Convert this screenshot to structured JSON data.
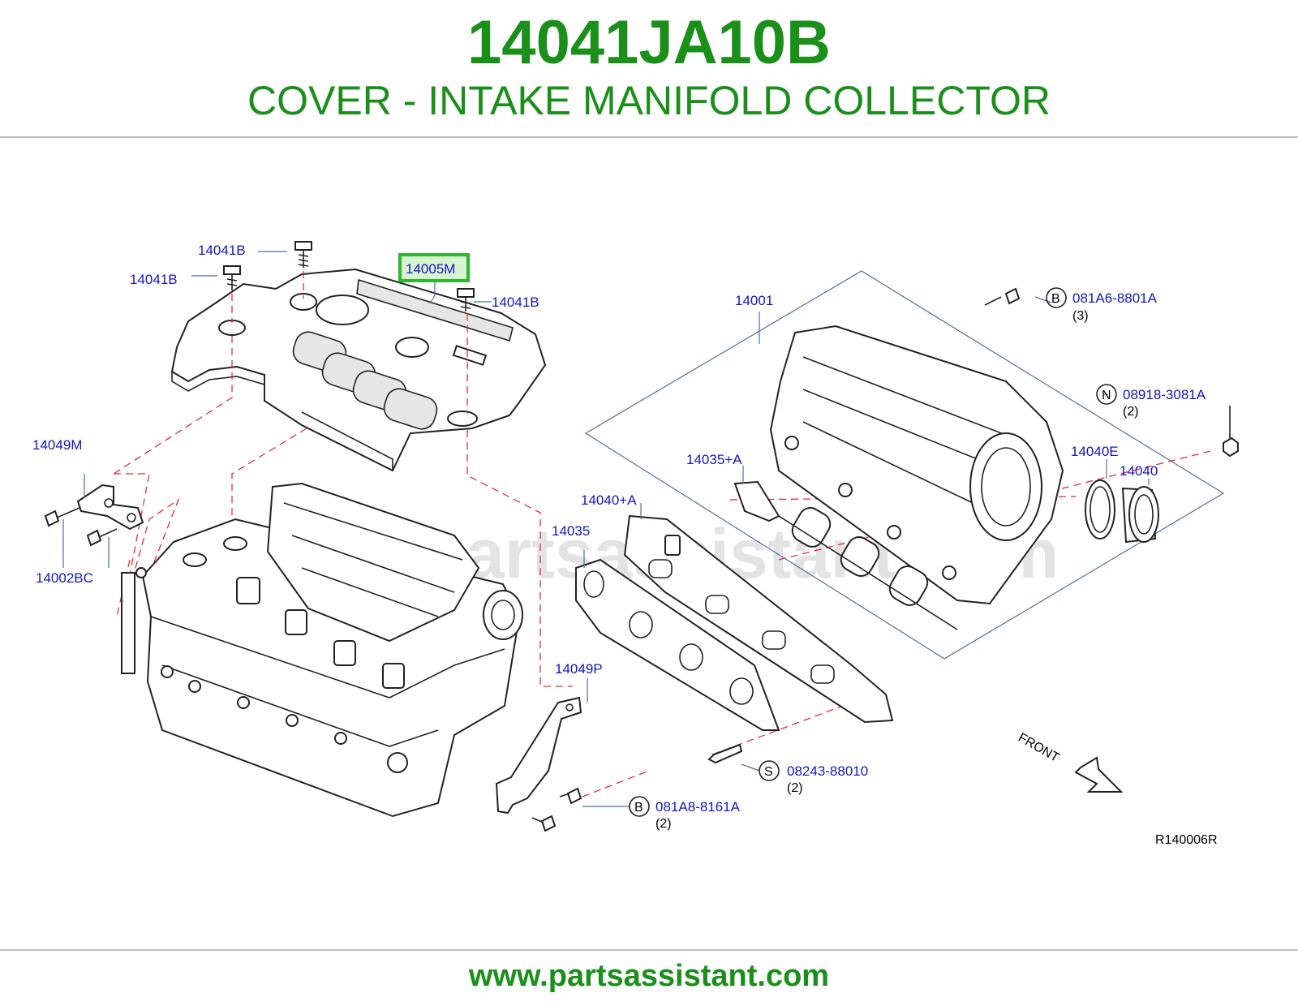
{
  "header": {
    "part_number": "14041JA10B",
    "part_name": "COVER - INTAKE MANIFOLD COLLECTOR"
  },
  "callouts": {
    "p14041B_a": "14041B",
    "p14041B_b": "14041B",
    "p14041B_c": "14041B",
    "p14005M": "14005M",
    "p14001": "14001",
    "p14049M": "14049M",
    "p14002BC": "14002BC",
    "p14035A": "14035+A",
    "p14040A": "14040+A",
    "p14035": "14035",
    "p14040E": "14040E",
    "p14040": "14040",
    "p14049P": "14049P",
    "bolt_b1_code": "B",
    "bolt_b1": "081A6-8801A",
    "bolt_b1_qty": "(3)",
    "nut_n_code": "N",
    "nut_n": "08918-3081A",
    "nut_n_qty": "(2)",
    "stud_s_code": "S",
    "stud_s": "08243-88010",
    "stud_s_qty": "(2)",
    "bolt_b2_code": "B",
    "bolt_b2": "081A8-8161A",
    "bolt_b2_qty": "(2)"
  },
  "highlight_color": "#2fb52f",
  "diagram_ref": "R140006R",
  "front_label": "FRONT",
  "watermark": "www.partsassistant.com",
  "footer": {
    "url": "www.partsassistant.com"
  }
}
